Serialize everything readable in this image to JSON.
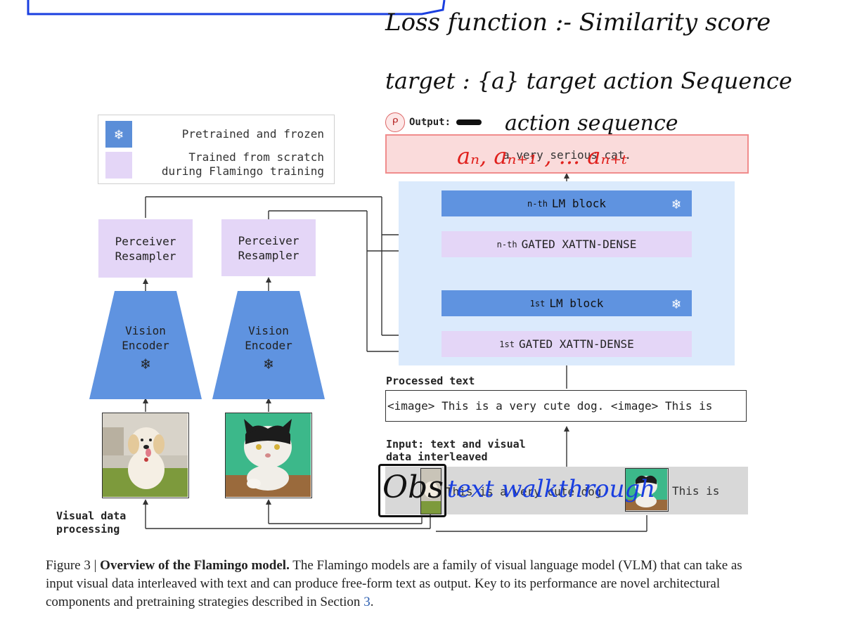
{
  "legend": {
    "frozen_icon": "snowflake-icon",
    "frozen_label": "Pretrained and frozen",
    "scratch_label_line1": "Trained from scratch",
    "scratch_label_line2": "during Flamingo training"
  },
  "vision": {
    "resampler_line1": "Perceiver",
    "resampler_line2": "Resampler",
    "encoder_line1": "Vision",
    "encoder_line2": "Encoder",
    "section_label_line1": "Visual data",
    "section_label_line2": "processing"
  },
  "lm": {
    "nth_lm_prefix": "n-th",
    "nth_lm_label": "LM block",
    "nth_xattn_prefix": "n-th",
    "nth_xattn_label": "GATED XATTN-DENSE",
    "first_lm_prefix": "1st",
    "first_lm_label": "LM block",
    "first_xattn_prefix": "1st",
    "first_xattn_label": "GATED XATTN-DENSE"
  },
  "output": {
    "label": "Output:",
    "text": "a very serious cat."
  },
  "processed": {
    "label": "Processed text",
    "text": "<image> This is a very cute dog. <image> This is"
  },
  "input": {
    "label_line1": "Input: text and visual",
    "label_line2": "data interleaved",
    "text_segment": "This is a very cute dog.",
    "tail_text": "This is"
  },
  "annotations": {
    "loss": "Loss function :- Similarity score",
    "target": "target : {a} target action Sequence",
    "action_seq": "action sequence",
    "red_seq": "aₙ, aₙ₊₁ , ... aₙ₊ₜ",
    "obs": "Obs",
    "text_walk": "text walkthrough"
  },
  "caption": {
    "fig_num": "Figure 3 | ",
    "fig_title": "Overview of the Flamingo model.",
    "body": " The Flamingo models are a family of visual language model (VLM) that can take as input visual data interleaved with text and can produce free-form text as output. Key to its performance are novel architectural components and pretraining strategies described in Section ",
    "ref": "3",
    "end": "."
  },
  "colors": {
    "frozen_blue": "#5f93e0",
    "scratch_purple": "#e4d6f7",
    "lm_panel": "#dbeafc",
    "output_fill": "#fadbdb",
    "ink_black": "#111111",
    "ink_red": "#e0201c",
    "ink_blue": "#1a3fe0"
  }
}
